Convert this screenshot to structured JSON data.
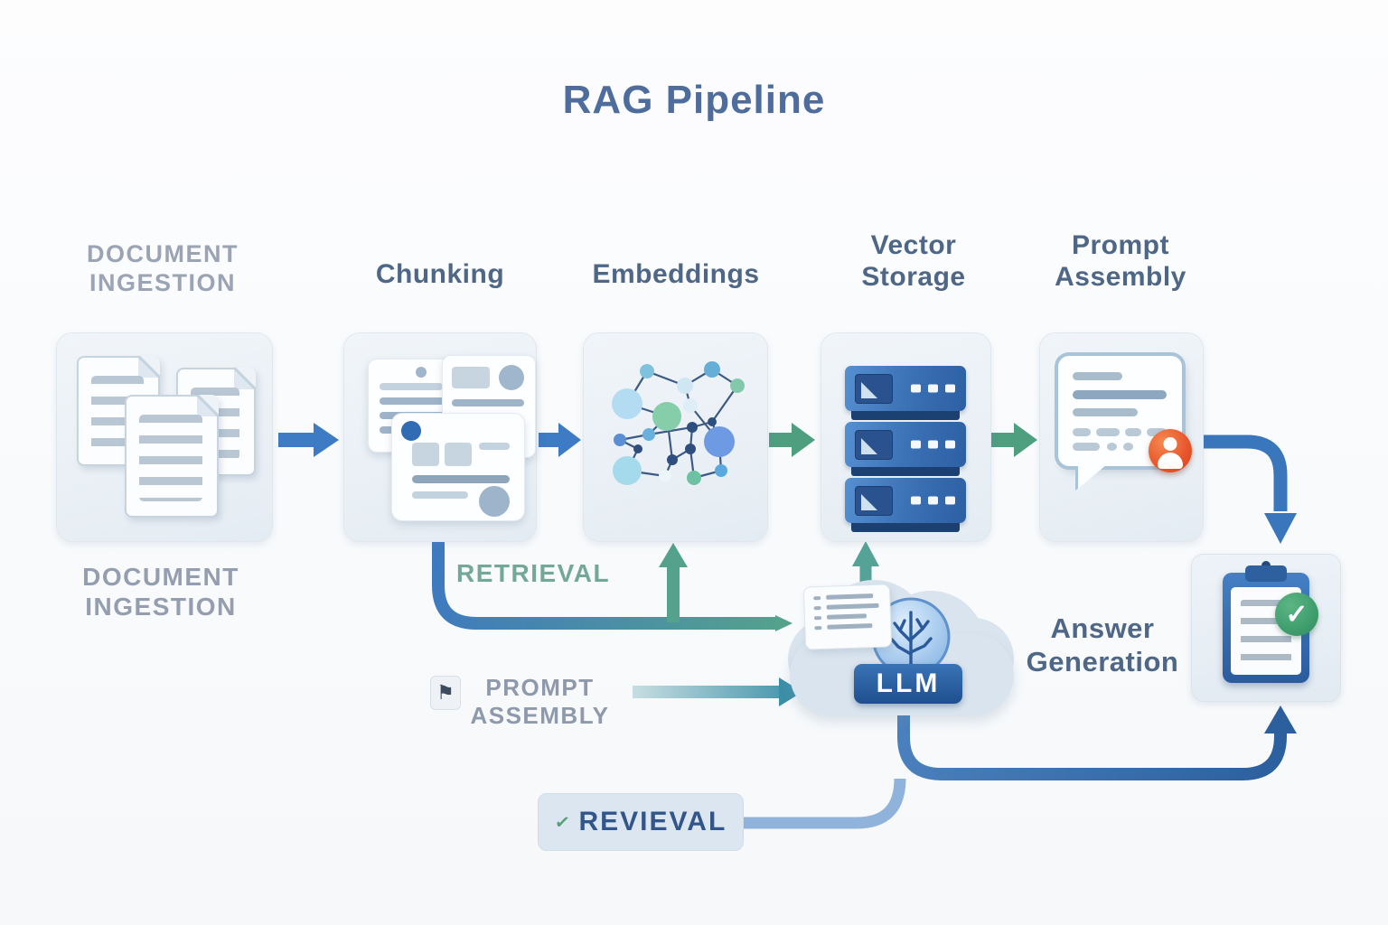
{
  "title": "RAG Pipeline",
  "stages": [
    {
      "label": "DOCUMENT\nINGESTION",
      "icon": "documents-icon"
    },
    {
      "label": "Chunking",
      "icon": "chunk-cards-icon"
    },
    {
      "label": "Embeddings",
      "icon": "embedding-graph-icon"
    },
    {
      "label": "Vector\nStorage",
      "icon": "server-stack-icon"
    },
    {
      "label": "Prompt\nAssembly",
      "icon": "prompt-bubble-icon"
    }
  ],
  "flow_labels": {
    "document_ingestion": "DOCUMENT\nINGESTION",
    "retrieval": "RETRIEVAL",
    "prompt_assembly": "PROMPT\nASSEMBLY",
    "answer_generation": "Answer\nGeneration"
  },
  "llm": {
    "label": "LLM",
    "icon": "brain-cloud-icon"
  },
  "retrieval_badge": {
    "label": "REVIEVAL",
    "icon": "check-icon"
  },
  "answer": {
    "icon": "clipboard-check-icon"
  },
  "icons": {
    "check_glyph": "✓",
    "flag_glyph": "⚑"
  },
  "colors": {
    "title_text": "#4e6d9c",
    "stage_label_text": "#4f6786",
    "muted_label_text": "#9aa4b4",
    "retrieval_label_text": "#73a796",
    "blue_arrow": "#3d7bc4",
    "green_arrow": "#4e9e80",
    "teal_arrow": "#3c8fa8",
    "path_blue": "#3a76bb",
    "path_light_blue": "#8fb3da",
    "server_blue": "#3a70b4",
    "llm_badge_blue": "#2a5fa6",
    "badge_bg": "#dce6f0",
    "badge_text": "#33568a",
    "check_green": "#3f9e6e",
    "person_badge_orange": "#e8542b"
  }
}
